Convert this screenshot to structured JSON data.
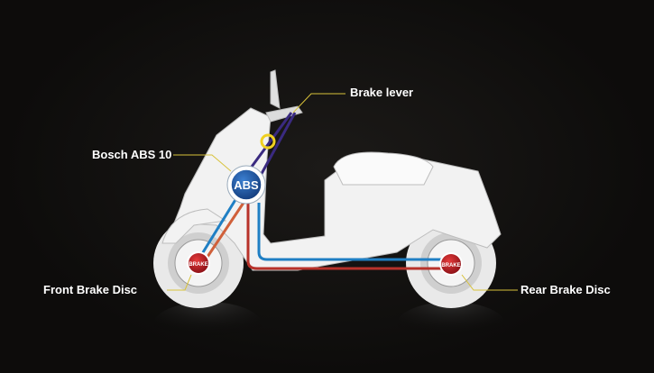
{
  "labels": {
    "brake_lever": "Brake lever",
    "abs_unit": "Bosch ABS 10",
    "front_disc": "Front Brake Disc",
    "rear_disc": "Rear Brake Disc"
  },
  "badges": {
    "abs": "ABS",
    "brake": "BRAKE"
  },
  "colors": {
    "front_line": "#1f7fc4",
    "rear_line": "#c0392b",
    "leader": "#d8c23a",
    "abs_blue": "#1d4f9c",
    "brake_red": "#c8202a"
  }
}
